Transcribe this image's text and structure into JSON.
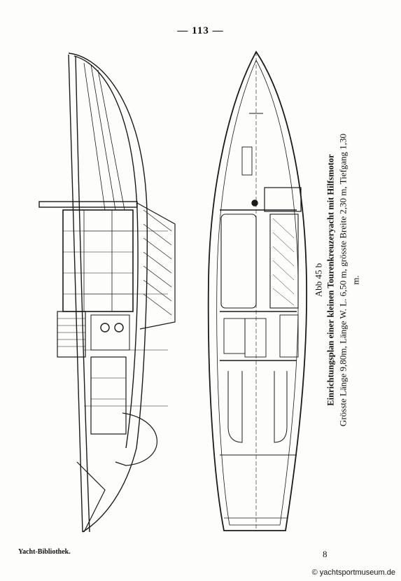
{
  "page": {
    "number": "— 113 —",
    "figure_label": "Abb 45 b",
    "title": "Einrichtungsplan einer kleinen Tourenkreuzeryacht mit Hilfsmotor",
    "dimensions": "Grösste Länge 9,80m, Länge W. L. 6,50 m, grösste Breite 2,30 m, Tiefgang 1,30 m.",
    "footer_left": "Yacht-Bibliothek.",
    "signature": "8",
    "watermark": "© yachtsportmuseum.de"
  },
  "icons": {
    "side_view": "yacht-profile-section-drawing",
    "plan_view": "yacht-deck-plan-drawing"
  }
}
